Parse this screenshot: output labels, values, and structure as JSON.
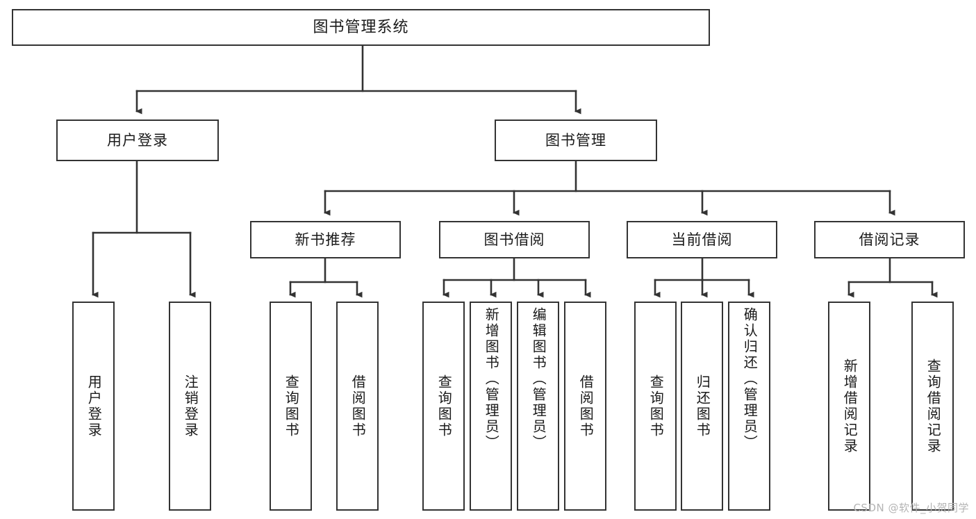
{
  "diagram": {
    "type": "tree-hierarchy",
    "title": "图书管理系统",
    "watermark": "CSDN @软件_小贺同学",
    "colors": {
      "box_border": "#333333",
      "box_fill": "#ffffff",
      "connector": "#333333",
      "text": "#1a1a1a",
      "watermark": "#b4b4b4",
      "background": "#ffffff"
    },
    "levels": [
      {
        "level": 0,
        "nodes": [
          "root"
        ]
      },
      {
        "level": 1,
        "nodes": [
          "user_login",
          "book_manage"
        ]
      },
      {
        "level": 2,
        "nodes": [
          "new_book_rec",
          "book_borrow",
          "current_borrow",
          "borrow_record"
        ]
      },
      {
        "level": 3,
        "nodes": [
          "leaves"
        ]
      }
    ],
    "nodes": {
      "root": {
        "label": "图书管理系统"
      },
      "user_login": {
        "label": "用户登录"
      },
      "book_manage": {
        "label": "图书管理"
      },
      "new_book_rec": {
        "label": "新书推荐"
      },
      "book_borrow": {
        "label": "图书借阅"
      },
      "current_borrow": {
        "label": "当前借阅"
      },
      "borrow_record": {
        "label": "借阅记录"
      }
    },
    "leaves": {
      "user_login": [
        {
          "label": "用户登录"
        },
        {
          "label": "注销登录"
        }
      ],
      "new_book_rec": [
        {
          "label": "查询图书"
        },
        {
          "label": "借阅图书"
        }
      ],
      "book_borrow": [
        {
          "label": "查询图书"
        },
        {
          "label": "新增图书（管理员）"
        },
        {
          "label": "编辑图书（管理员）"
        },
        {
          "label": "借阅图书"
        }
      ],
      "current_borrow": [
        {
          "label": "查询图书"
        },
        {
          "label": "归还图书"
        },
        {
          "label": "确认归还（管理员）"
        }
      ],
      "borrow_record": [
        {
          "label": "新增借阅记录"
        },
        {
          "label": "查询借阅记录"
        }
      ]
    }
  }
}
